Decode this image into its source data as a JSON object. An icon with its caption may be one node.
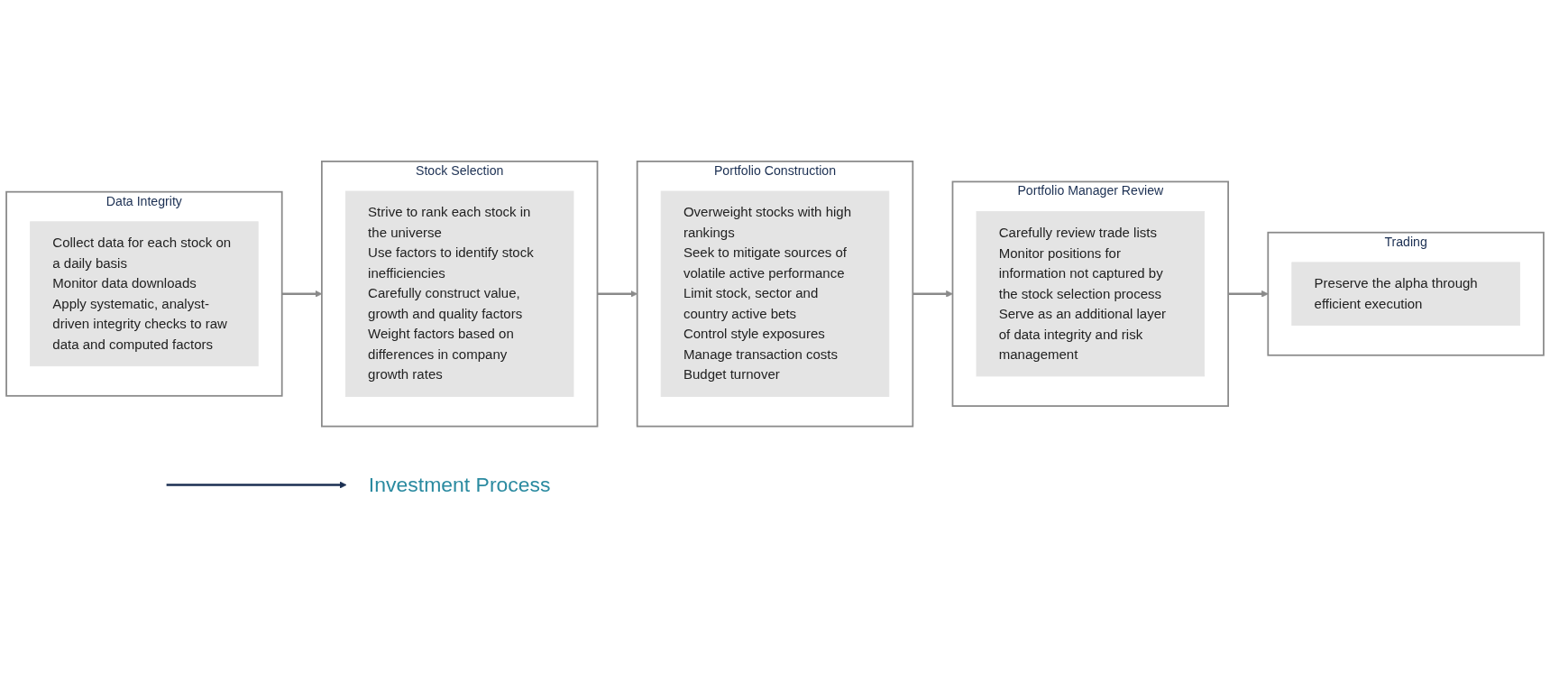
{
  "diagram": {
    "nodes": [
      {
        "text": [
          "Investment Process"
        ]
      },
      {
        "text": [
          "Data Integrity"
        ]
      },
      {
        "text": [
          "Collect data for each stock on a daily basis",
          "Monitor data downloads",
          "Apply systematic, analyst-driven integrity checks to raw data and computed factors"
        ],
        "in": 1
      },
      {
        "text": [
          "Stock Selection"
        ]
      },
      {
        "text": [
          "Strive to rank each stock in the universe",
          "Use factors to identify stock inefficiencies",
          "Carefully construct value, growth and quality factors",
          "Weight factors based on differences in company growth rates"
        ],
        "in": 3
      },
      {
        "text": [
          "Portfolio Construction"
        ]
      },
      {
        "text": [
          "Overweight stocks with high rankings",
          "Seek to mitigate sources of volatile active performance",
          "Limit stock, sector and country active bets",
          "Control style exposures",
          "Manage transaction costs",
          "Budget turnover"
        ],
        "in": 5
      },
      {
        "text": [
          "Portfolio Manager Review"
        ]
      },
      {
        "text": [
          "Carefully review trade lists",
          "Monitor positions for information not captured by the stock selection process",
          "Serve as an additional layer of data integrity and risk management"
        ],
        "in": 7
      },
      {
        "text": [
          "Trading"
        ]
      },
      {
        "text": [
          "Preserve the alpha through efficient execution"
        ],
        "in": 9
      }
    ],
    "edges": [
      {
        "from": null,
        "to": 0,
        "arrow": "to",
        "color": "#1b2f52"
      },
      {
        "from": 1,
        "to": 3,
        "arrow": "to"
      },
      {
        "from": 3,
        "to": 5,
        "arrow": "to"
      },
      {
        "from": 5,
        "to": 7,
        "arrow": "to"
      },
      {
        "from": 7,
        "to": 9,
        "arrow": "to"
      }
    ]
  }
}
